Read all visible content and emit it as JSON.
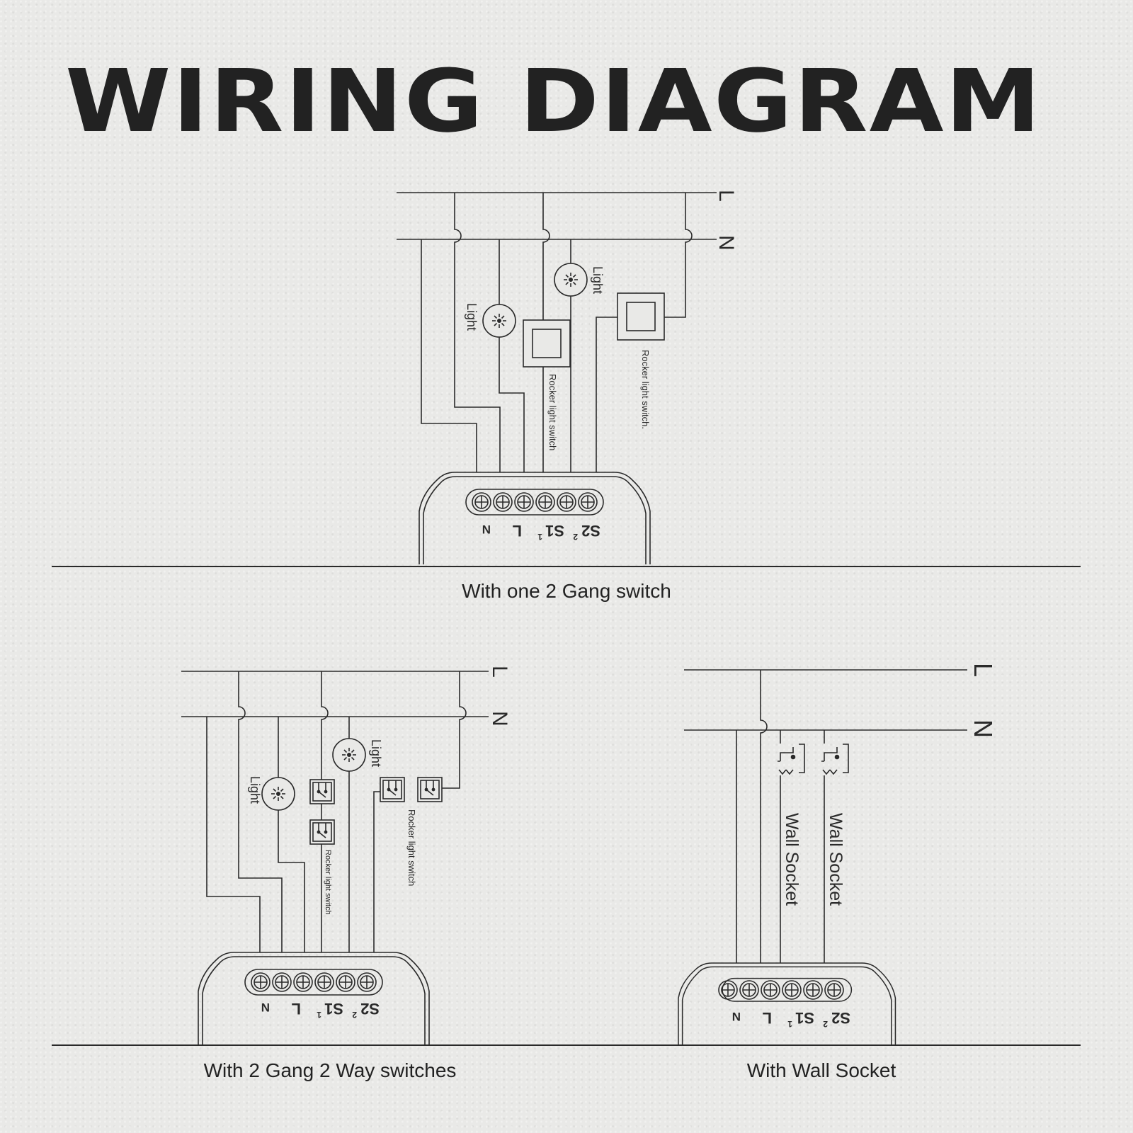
{
  "title": "WIRING DIAGRAM",
  "bus_labels": {
    "live": "L",
    "neutral": "N"
  },
  "terminal_labels": {
    "s2": "S2",
    "s1": "S1",
    "l": "L",
    "n": "N",
    "sub2": "2",
    "sub1": "1"
  },
  "diagrams": [
    {
      "caption": "With one 2 Gang switch",
      "light_label": "Light",
      "switch_label": "Rocker light switch",
      "switch_label_alt": "Rocker light switch."
    },
    {
      "caption": "With 2 Gang 2 Way switches",
      "light_label": "Light",
      "switch_label": "Rocker light switch"
    },
    {
      "caption": "With Wall Socket",
      "socket_label": "Wall Socket"
    }
  ]
}
